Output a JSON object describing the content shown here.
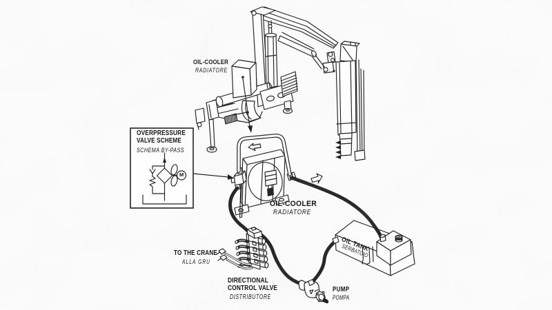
{
  "colors": {
    "background": "#fcfcfc",
    "line": "#1e1e1e",
    "hose": "#262626",
    "text": "#101010"
  },
  "labels": {
    "cooler_top": {
      "line1": "OIL-COOLER",
      "line2": "RADIATORE"
    },
    "scheme_box": {
      "line1": "OVERPRESSURE",
      "line2": "VALVE SCHEME",
      "line3": "SCHEMA BY-PASS",
      "motor_letter": "M"
    },
    "cooler_mid": {
      "line1": "OIL-COOLER",
      "line2": "RADIATORE"
    },
    "to_the_crane": {
      "line1": "TO THE CRANE",
      "line2": "ALLA GRU"
    },
    "valve": {
      "line1": "DIRECTIONAL",
      "line2": "CONTROL VALVE",
      "line3": "DISTRIBUTORE"
    },
    "pump": {
      "line1": "PUMP",
      "line2": "POMPA"
    },
    "tank": {
      "line1": "OIL TANK",
      "line2": "SERBATOIO"
    }
  }
}
